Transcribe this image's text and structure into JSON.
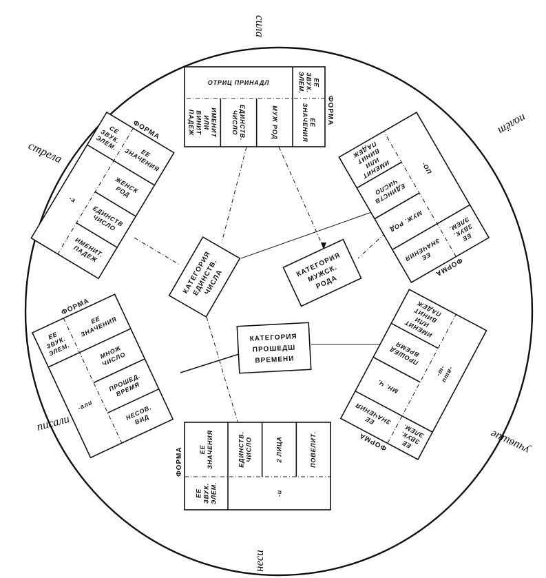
{
  "blocks": [
    {
      "word": "стрела",
      "form_label": "ФОРМА",
      "sound_label": [
        "СЕ",
        "ЗВУК.",
        "ЭЛЕМ."
      ],
      "meaning_label": [
        "ЕЕ",
        "ЗНАЧЕНИЯ"
      ],
      "ending": [
        "-а"
      ],
      "meanings": [
        [
          "ЖЕНСК",
          "РОД"
        ],
        [
          "ЕДИНСТВ",
          "ЧИСЛО"
        ],
        [
          "ИМЕНИТ.",
          "ПАДЕЖ"
        ]
      ]
    },
    {
      "word": "сила",
      "form_label": "ФОРМА",
      "sound_label": [
        "ЕЕ",
        "ЗВУК.",
        "ЭЛЕМ."
      ],
      "meaning_label": [
        "ЕЕ",
        "ЗНАЧЕНИЯ"
      ],
      "ending": [
        "ОТРИЦ ПРИНАДЛ"
      ],
      "meanings": [
        [
          "МУЖ РОД"
        ],
        [
          "ЕДИНСТВ.",
          "ЧИСЛО"
        ],
        [
          "ИМЕНИТ",
          "ИЛИ",
          "ВИНИТ",
          "ПАДЕЖ"
        ]
      ]
    },
    {
      "word": "полёт",
      "form_label": "ФОРМА",
      "sound_label": [
        "ЕЕ",
        "ЗВУК.",
        "ЭЛЕМ."
      ],
      "meaning_label": [
        "ЕЕ",
        "ЗНАЧЕНИЯ"
      ],
      "ending": [
        "-ОП"
      ],
      "meanings": [
        [
          "МУЖ. РОД"
        ],
        [
          "ЕДИНСТВ",
          "ЧИСЛО"
        ],
        [
          "ИМЕНИТ",
          "ИЛИ",
          "ВИНИТ",
          "ПАДЕЖ"
        ]
      ]
    },
    {
      "word": "учившие",
      "form_label": "ФОРМА",
      "sound_label": [
        "ЕЕ",
        "ЗВУК.",
        "ЭЛЕМ."
      ],
      "meaning_label": [
        "ЕЕ",
        "ЗНАЧЕНИЯ"
      ],
      "ending": [
        "-вши",
        "-ш-"
      ],
      "meanings": [
        [
          "МН. Ч."
        ],
        [
          "ПРОШЕД",
          "ВРЕМЯ"
        ],
        [
          "ИМЕНИТ",
          "ИЛИ",
          "ВИНИТ",
          "ПАДЕЖ"
        ]
      ]
    },
    {
      "word": "неси",
      "form_label": "ФОРМА",
      "sound_label": [
        "ЕЕ",
        "ЗВУК.",
        "ЭЛЕМ."
      ],
      "meaning_label": [
        "ЕЕ",
        "ЗНАЧЕНИЯ"
      ],
      "ending": [
        "-и"
      ],
      "meanings": [
        [
          "ЕДИНСТВ.",
          "ЧИСЛО"
        ],
        [
          "2 ЛИЦА"
        ],
        [
          "ПОВЕЛИТ."
        ]
      ]
    },
    {
      "word": "писали",
      "form_label": "ФОРМА",
      "sound_label": [
        "ЕЕ",
        "ЗВУК.",
        "ЭЛЕМ."
      ],
      "meaning_label": [
        "ЕЕ",
        "ЗНАЧЕНИЯ"
      ],
      "ending": [
        "-али"
      ],
      "meanings": [
        [
          "МНОЖ",
          "ЧИСЛО"
        ],
        [
          "ПРОШЕД.",
          "ВРЕМЯ"
        ],
        [
          "НЕСОВ.",
          "ВИД"
        ]
      ]
    }
  ],
  "categories": [
    {
      "lines": [
        "КАТЕГОРИЯ",
        "ЕДИНСТВ.",
        "ЧИСЛА"
      ]
    },
    {
      "lines": [
        "КАТЕГОРИЯ",
        "МУЖСК.",
        "РОДА"
      ]
    },
    {
      "lines": [
        "КАТЕГОРИЯ",
        "ПРОШЕДШ",
        "ВРЕМЕНИ"
      ]
    }
  ]
}
